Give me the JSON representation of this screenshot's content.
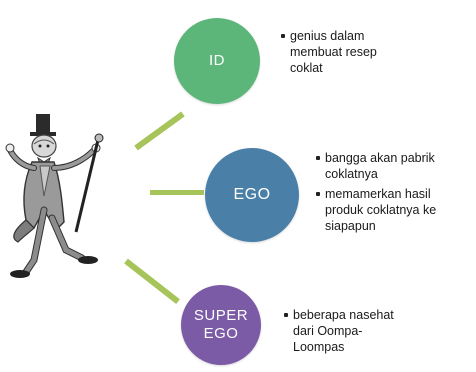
{
  "nodes": {
    "id": {
      "label": "ID",
      "color": "#5cb67a"
    },
    "ego": {
      "label": "EGO",
      "color": "#4a7fa8"
    },
    "superego": {
      "label_line1": "SUPER",
      "label_line2": "EGO",
      "color": "#7b5aa6"
    }
  },
  "connector_color": "#a6c45a",
  "bullets": {
    "id": [
      {
        "lines": [
          "genius dalam",
          "membuat resep",
          "coklat"
        ]
      }
    ],
    "ego": [
      {
        "lines": [
          "bangga akan pabrik",
          "coklatnya"
        ]
      },
      {
        "lines": [
          "memamerkan hasil",
          "produk coklatnya ke",
          "siapapun"
        ]
      }
    ],
    "superego": [
      {
        "lines": [
          "beberapa nasehat",
          "dari Oompa-",
          "Loompas"
        ]
      }
    ]
  },
  "illustration": {
    "icon": "top-hat-cane-figure-icon"
  }
}
